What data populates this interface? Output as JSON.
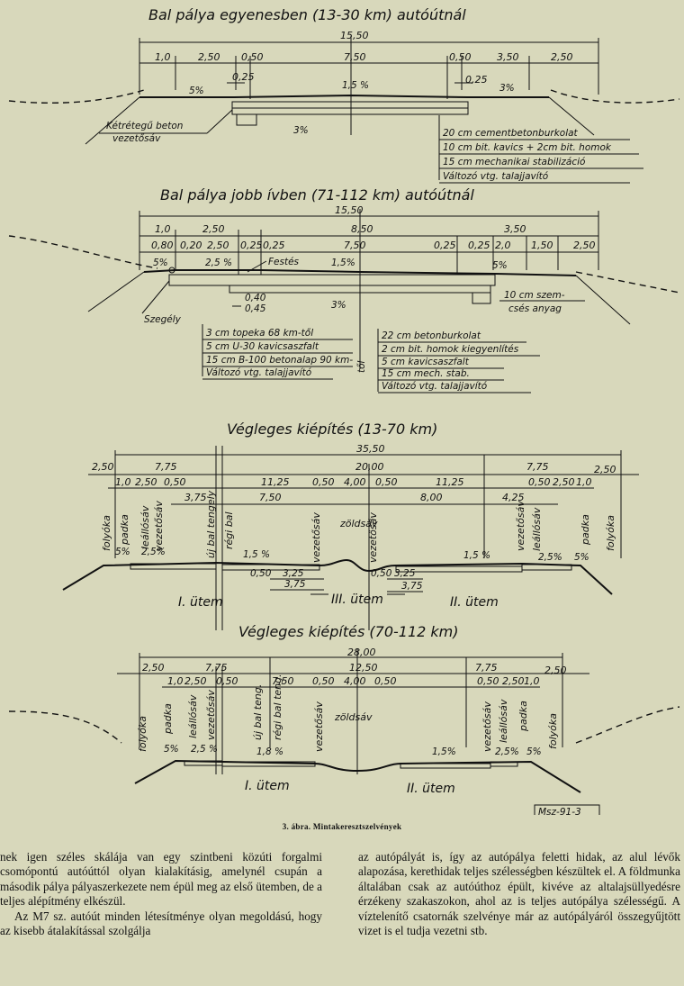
{
  "sections": [
    {
      "title": "Bal pálya egyenesben (13-30 km) autóútnál",
      "dims_top": [
        "15,50"
      ],
      "dims_row2": [
        "1,0",
        "2,50",
        "0,50",
        "7,50",
        "0,50",
        "3,50",
        "2,50"
      ],
      "dims_row3": [
        "0,25",
        "0,25"
      ],
      "slopes": [
        "5%",
        "1,5 %",
        "3%",
        "3%"
      ],
      "labels": [
        "Kétrétegű beton",
        "vezetősáv"
      ],
      "layers": [
        "20 cm cementbetonburkolat",
        "10 cm bit. kavics + 2cm bit. homok",
        "15 cm mechanikai stabilizáció",
        "Változó vtg. talajjavító"
      ]
    },
    {
      "title": "Bal pálya jobb ívben (71-112 km) autóútnál",
      "dims_top": [
        "15,50"
      ],
      "dims_row2": [
        "1,0",
        "2,50",
        "8,50",
        "3,50"
      ],
      "dims_row3": [
        "0,80",
        "0,20",
        "2,50",
        "0,25",
        "0,25",
        "7,50",
        "0,25",
        "0,25",
        "2,0",
        "1,50",
        "2,50"
      ],
      "slopes": [
        "5%",
        "2,5 %",
        "1,5%",
        "5%",
        "3%"
      ],
      "labels": [
        "Festés",
        "10 cm szem-",
        "csés anyag",
        "Szegély",
        "0,40",
        "0,45"
      ],
      "layers_left": [
        "3 cm topeka 68 km-től",
        "5 cm U-30 kavicsaszfalt",
        "15 cm B-100 betonalap 90 km-",
        "Változó vtg. talajjavító"
      ],
      "layers_left_extra": "től",
      "layers_right": [
        "22 cm betonburkolat",
        "2 cm bit. homok kiegyenlítés",
        "5 cm kavicsaszfalt",
        "15 cm mech. stab.",
        "Változó vtg. talajjavító"
      ]
    },
    {
      "title": "Végleges kiépítés (13-70 km)",
      "dims_top": [
        "35,50"
      ],
      "dims_row2": [
        "2,50",
        "7,75",
        "20,00",
        "7,75",
        "2,50"
      ],
      "dims_row3": [
        "1,0",
        "2,50",
        "0,50",
        "11,25",
        "0,50",
        "4,00",
        "0,50",
        "11,25",
        "0,50",
        "2,50",
        "1,0"
      ],
      "dims_row4": [
        "3,75",
        "7,50",
        "8,00",
        "4,25"
      ],
      "vlabels_left": [
        "folyóka",
        "padka",
        "leállósáv",
        "vezetősáv",
        "új bal tengely",
        "régi bal"
      ],
      "vlabels_mid": [
        "vezetősáv",
        "zöldsáv",
        "vezetősáv"
      ],
      "vlabels_right": [
        "vezetősáv",
        "leállósáv",
        "padka",
        "folyóka"
      ],
      "slopes": [
        "5%",
        "2,5%",
        "1,5 %",
        "1,5 %",
        "2,5%",
        "5%"
      ],
      "small_dims": [
        "0,50",
        "3,25",
        "3,75",
        "0,50",
        "3,25",
        "3,75"
      ],
      "phases": [
        "I. ütem",
        "III. ütem",
        "II. ütem"
      ]
    },
    {
      "title": "Végleges kiépítés (70-112 km)",
      "dims_top": [
        "28,00"
      ],
      "dims_row2": [
        "2,50",
        "7,75",
        "12,50",
        "7,75",
        "2,50"
      ],
      "dims_row3": [
        "1,0",
        "2,50",
        "0,50",
        "7,50",
        "0,50",
        "4,00",
        "0,50",
        "0,50",
        "2,50",
        "1,0"
      ],
      "vlabels_left": [
        "folyóka",
        "padka",
        "leállósáv",
        "vezetősáv",
        "új bal teng.",
        "régi bal teng."
      ],
      "vlabels_mid": [
        "vezetősáv",
        "zöldsáv"
      ],
      "vlabels_right": [
        "vezetősáv",
        "leállósáv",
        "padka",
        "folyóka"
      ],
      "slopes": [
        "5%",
        "2,5 %",
        "1,8 %",
        "1,5%",
        "2,5%",
        "5%"
      ],
      "phases": [
        "I. ütem",
        "II. ütem"
      ]
    }
  ],
  "stamp": "Msz-91-3",
  "caption": "3. ábra. Mintakeresztszelvények",
  "body_left": "nek igen széles skálája van egy szintbeni közúti forgalmi csomópontú autóúttól olyan kialakításig, amelynél csupán a második pálya pályaszerkezete nem épül meg az első ütemben, de a teljes alépítmény elkészül.",
  "body_left2": "Az M7 sz. autóút minden létesítménye olyan megoldású, hogy az kisebb átalakítással szolgálja",
  "body_right": "az autópályát is, így az autópálya feletti hidak, az alul lévők alapozása, kerethidak teljes szélességben készültek el. A földmunka általában csak az autóúthoz épült, kivéve az altalajsüllyedésre érzékeny szakaszokon, ahol az is teljes autópálya szélességű. A víztelenítő csatornák szelvénye már az autópályáról összegyűjtött vizet is el tudja vezetni stb."
}
